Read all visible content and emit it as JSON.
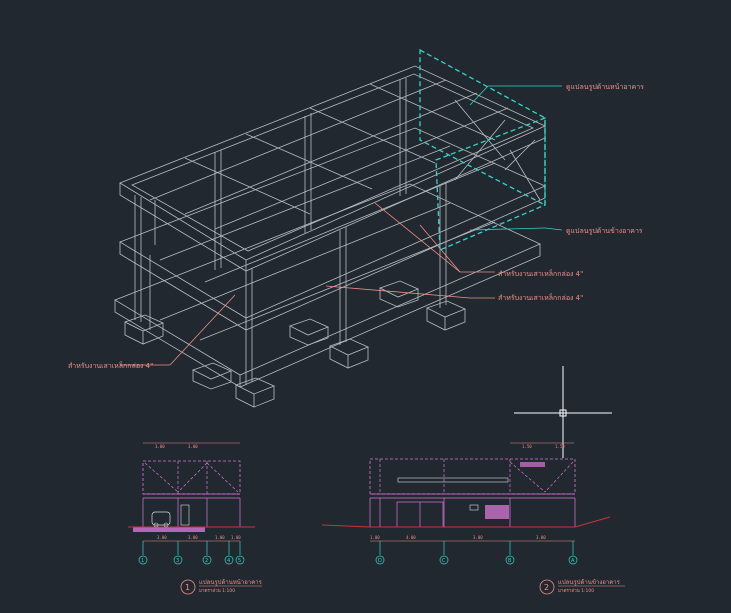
{
  "iso_view": {
    "labels": [
      {
        "id": "front-view-callout",
        "text": "ดูแปลนรูปด้านหน้าอาคาร"
      },
      {
        "id": "side-view-callout",
        "text": "ดูแปลนรูปด้านข้างอาคาร"
      },
      {
        "id": "col-note-a",
        "text": "สำหรับงานเสาเหล็กกล่อง 4\""
      },
      {
        "id": "col-note-b",
        "text": "สำหรับงานเสาเหล็กกล่อง 4\""
      },
      {
        "id": "col-note-c",
        "text": "สำหรับงานเสาเหล็กกล่อง 4\""
      }
    ]
  },
  "elevation_front": {
    "number": "1",
    "title": "แปลนรูปด้านหน้าอาคาร",
    "scale": "มาตราส่วน 1:100",
    "top_dims": [
      "3.00",
      "3.00"
    ],
    "bottom_dims": [
      "3.00",
      "3.00",
      "1.00",
      "1.00"
    ],
    "grid_labels": [
      "1",
      "3",
      "2",
      "4",
      "5"
    ]
  },
  "elevation_side": {
    "number": "2",
    "title": "แปลนรูปด้านข้างอาคาร",
    "scale": "มาตราส่วน 1:100",
    "top_dims": [
      "1.50",
      "1.50"
    ],
    "bottom_dims": [
      "1.00",
      "4.00",
      "3.00",
      "3.00"
    ],
    "grid_labels": [
      "D",
      "C",
      "B",
      "A"
    ]
  },
  "colors": {
    "background": "#212830",
    "linework": "#b9bdc1",
    "annotation": "#f08f87",
    "cyan": "#37d3c8",
    "magenta": "#d977d6"
  }
}
